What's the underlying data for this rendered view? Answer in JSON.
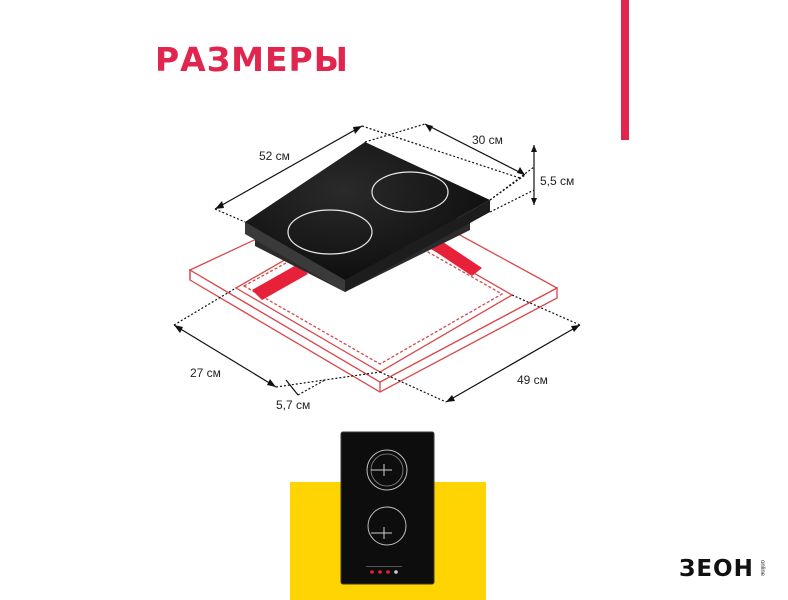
{
  "header": {
    "title": "РАЗМЕРЫ"
  },
  "dimensions": {
    "length": "52 см",
    "depth": "30 см",
    "height": "5,5 см",
    "cutout_depth": "27 см",
    "cutout_length": "49 см",
    "edge_offset": "5,7 см"
  },
  "brand": {
    "logo": "ЗЕОН",
    "logo_sub": "online"
  },
  "colors": {
    "accent": "#e0264f",
    "cutout_outline": "#d9484a",
    "cutout_fill": "#e8213b",
    "cooktop": "#141414",
    "background_block": "#ffd400"
  },
  "product": {
    "burners": 2,
    "touch_controls": 4
  }
}
